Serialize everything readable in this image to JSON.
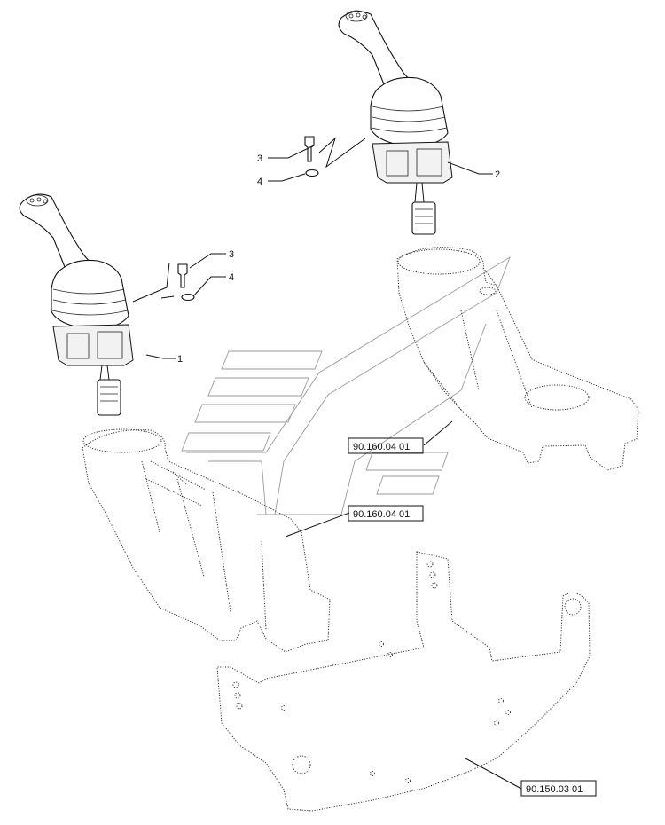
{
  "diagram": {
    "callouts": [
      {
        "id": "c1",
        "text": "1"
      },
      {
        "id": "c2",
        "text": "2"
      },
      {
        "id": "c3a",
        "text": "3"
      },
      {
        "id": "c4a",
        "text": "4"
      },
      {
        "id": "c3b",
        "text": "3"
      },
      {
        "id": "c4b",
        "text": "4"
      }
    ],
    "references": [
      {
        "id": "r1",
        "text": "90.160.04 01"
      },
      {
        "id": "r2",
        "text": "90.160.04 01"
      },
      {
        "id": "r3",
        "text": "90.150.03 01"
      }
    ],
    "watermark_logo": "stylized-stripes-logo",
    "colors": {
      "line": "#111111",
      "watermark": "#9a9a9a",
      "background": "#ffffff"
    }
  }
}
